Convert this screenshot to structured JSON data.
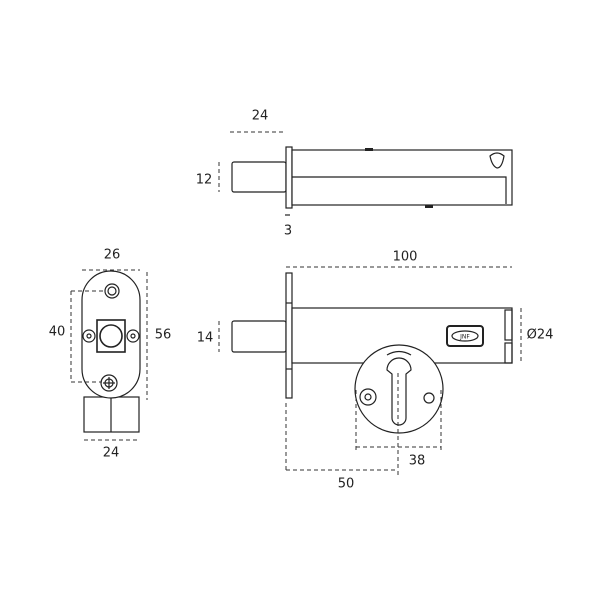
{
  "top_view": {
    "pin_length": "24",
    "pin_diameter": "12",
    "flange_thickness": "3"
  },
  "front_view": {
    "overall_length": "100",
    "pin_diameter": "14",
    "body_diameter": "Ø24",
    "hole_spacing": "38",
    "backset": "50",
    "logo": "JNF"
  },
  "side_view": {
    "plate_width": "26",
    "hole_centres": "40",
    "plate_height": "56",
    "body_width": "24"
  },
  "colors": {
    "line": "#222222",
    "background": "#ffffff"
  }
}
